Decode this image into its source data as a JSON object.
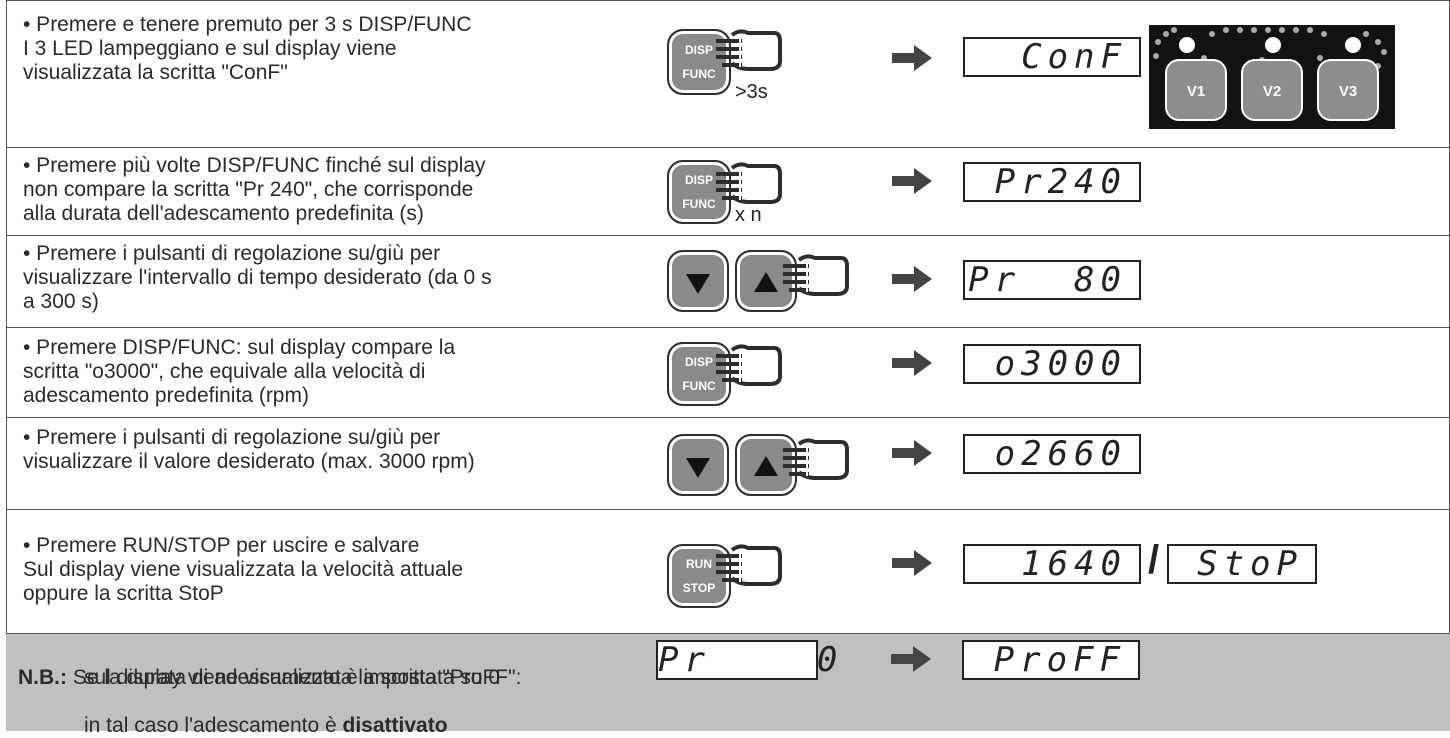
{
  "rows": [
    {
      "text": "• Premere e tenere premuto per 3 s DISP/FUNC\n  I 3 LED lampeggiano e sul display viene\n  visualizzata la scritta \"ConF\"",
      "btn_top": "DISP",
      "btn_bottom": "FUNC",
      "suffix": ">3s",
      "display": "ConF"
    },
    {
      "text": "• Premere più volte DISP/FUNC finché sul display\n  non compare la scritta \"Pr 240\", che corrisponde\n  alla durata dell'adescamento predefinita (s)",
      "btn_top": "DISP",
      "btn_bottom": "FUNC",
      "suffix": "x n",
      "display": "Pr240"
    },
    {
      "text": "• Premere i pulsanti di regolazione su/giù per\n  visualizzare l'intervallo di tempo desiderato (da 0 s\n  a 300 s)",
      "display": "Pr  80"
    },
    {
      "text": "• Premere DISP/FUNC: sul display compare la\n  scritta \"o3000\", che equivale alla velocità di\n  adescamento predefinita (rpm)",
      "btn_top": "DISP",
      "btn_bottom": "FUNC",
      "display": "o3000"
    },
    {
      "text": "• Premere i pulsanti di regolazione su/giù per\n  visualizzare il valore desiderato (max. 3000 rpm)",
      "display": "o2660"
    },
    {
      "text": "• Premere RUN/STOP per uscire e salvare\n  Sul display viene visualizzata la velocità attuale\n  oppure la scritta StoP",
      "btn_top": "RUN",
      "btn_bottom": "STOP",
      "display": "1640",
      "slash": "/",
      "display2": "StoP"
    }
  ],
  "panel": {
    "v1": "V1",
    "v2": "V2",
    "v3": "V3"
  },
  "note": {
    "label": "N.B.:",
    "line1": " Se la durata di adescamento è impostata su 0",
    "line2": "sul display viene visualizzata la scritta \"ProFF\":",
    "line3_pre": "in tal caso l'adescamento è ",
    "line3_bold": "disattivato",
    "display_from": "Pr    0",
    "display_to": "ProFF"
  }
}
